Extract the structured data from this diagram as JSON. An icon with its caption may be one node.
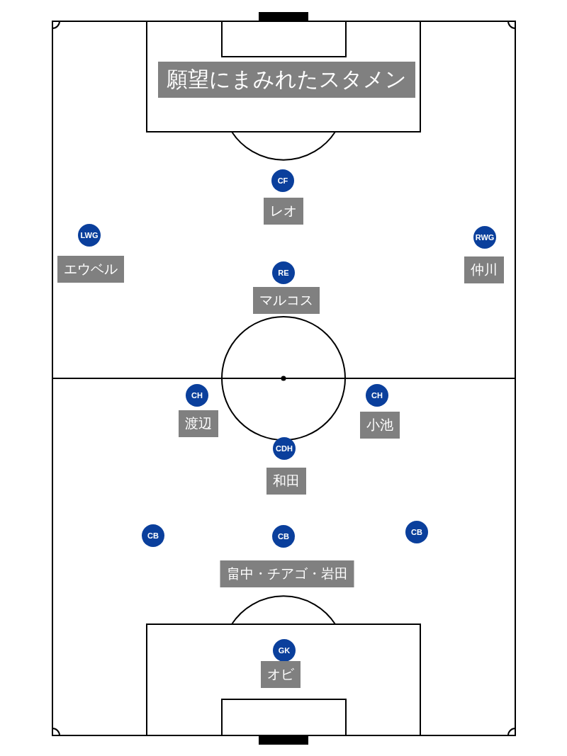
{
  "diagram": {
    "title": "願望にまみれたスタメン",
    "nodes": [
      {
        "text": [
          "CF"
        ]
      },
      {
        "text": [
          "レオ"
        ]
      },
      {
        "text": [
          "LWG"
        ]
      },
      {
        "text": [
          "RWG"
        ]
      },
      {
        "text": [
          "エウベル"
        ]
      },
      {
        "text": [
          "RE"
        ]
      },
      {
        "text": [
          "仲川"
        ]
      },
      {
        "text": [
          "マルコス"
        ]
      },
      {
        "text": [
          "CH"
        ]
      },
      {
        "text": [
          "CH"
        ]
      },
      {
        "text": [
          "渡辺"
        ]
      },
      {
        "text": [
          "小池"
        ]
      },
      {
        "text": [
          "CDH"
        ]
      },
      {
        "text": [
          "和田"
        ]
      },
      {
        "text": [
          "CB"
        ]
      },
      {
        "text": [
          "CB"
        ]
      },
      {
        "text": [
          "CB"
        ]
      },
      {
        "text": [
          "畠中・チアゴ・岩田"
        ]
      },
      {
        "text": [
          "GK"
        ]
      },
      {
        "text": [
          "オビ"
        ]
      }
    ]
  }
}
